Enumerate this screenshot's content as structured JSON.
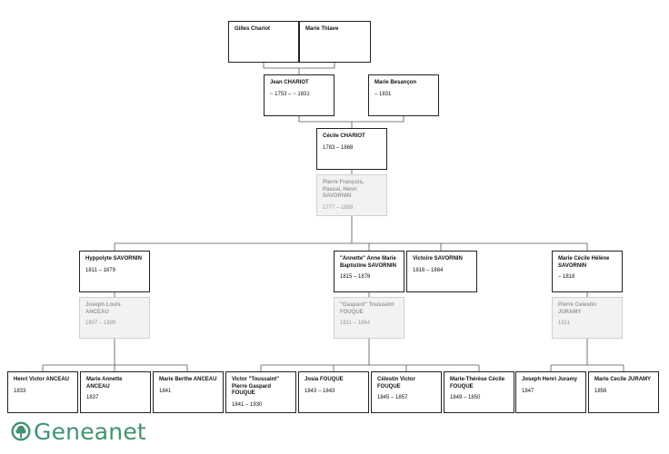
{
  "brand": {
    "name": "Geneanet",
    "color": "#3f9470"
  },
  "persons": {
    "gilles": {
      "name": "Gilles Chariot",
      "dates": ""
    },
    "marie_thiave": {
      "name": "Marie Thiave",
      "dates": ""
    },
    "jean": {
      "name": "Jean CHARIOT",
      "dates": "~ 1753 – ~ 1831"
    },
    "marie_besancon": {
      "name": "Marie Besançon",
      "dates": "– 1831"
    },
    "cecile": {
      "name": "Cécile CHARIOT",
      "dates": "1783 – 1868"
    },
    "pierre_fph": {
      "name": "Pierre François, Pascal, Henri SAVORNIN",
      "dates": "1777 – 1858"
    },
    "hyppolyte": {
      "name": "Hyppolyte SAVORNIN",
      "dates": "1811 – 1879"
    },
    "joseph_louis": {
      "name": "Joseph Louis ANCEAU",
      "dates": "1807 – 1889"
    },
    "annette": {
      "name": "\"Annette\" Anne Marie Baptistine SAVORNIN",
      "dates": "1815 – 1878"
    },
    "gaspard": {
      "name": "\"Gaspard\" Toussaint FOUQUE",
      "dates": "1811 – 1864"
    },
    "victoire": {
      "name": "Victoire SAVORNIN",
      "dates": "1816 – 1884"
    },
    "marie_cecile_helene": {
      "name": "Marie Cécile Hélène SAVORNIN",
      "dates": "– 1818"
    },
    "pierre_celestin": {
      "name": "Pierre Celestin JURAMY",
      "dates": "1811"
    },
    "henri_victor": {
      "name": "Henri Victor ANCEAU",
      "dates": "1833"
    },
    "marie_annette": {
      "name": "Marie Annette ANCEAU",
      "dates": "1837"
    },
    "marie_berthe": {
      "name": "Marie Berthe ANCEAU",
      "dates": "1841"
    },
    "victor_toussaint": {
      "name": "Victor \"Toussaint\" Pierre Gaspard FOUQUE",
      "dates": "1841 – 1930"
    },
    "josia": {
      "name": "Josia FOUQUE",
      "dates": "1843 – 1843"
    },
    "celestin_victor": {
      "name": "Célestin Victor FOUQUE",
      "dates": "1845 – 1857"
    },
    "marie_therese": {
      "name": "Marie-Thérèse Cécile FOUQUE",
      "dates": "1849 – 1850"
    },
    "joseph_henri": {
      "name": "Joseph Henri Juramy",
      "dates": "1847"
    },
    "marie_cecile_juramy": {
      "name": "Marie Cecile JURAMY",
      "dates": "1856"
    }
  }
}
